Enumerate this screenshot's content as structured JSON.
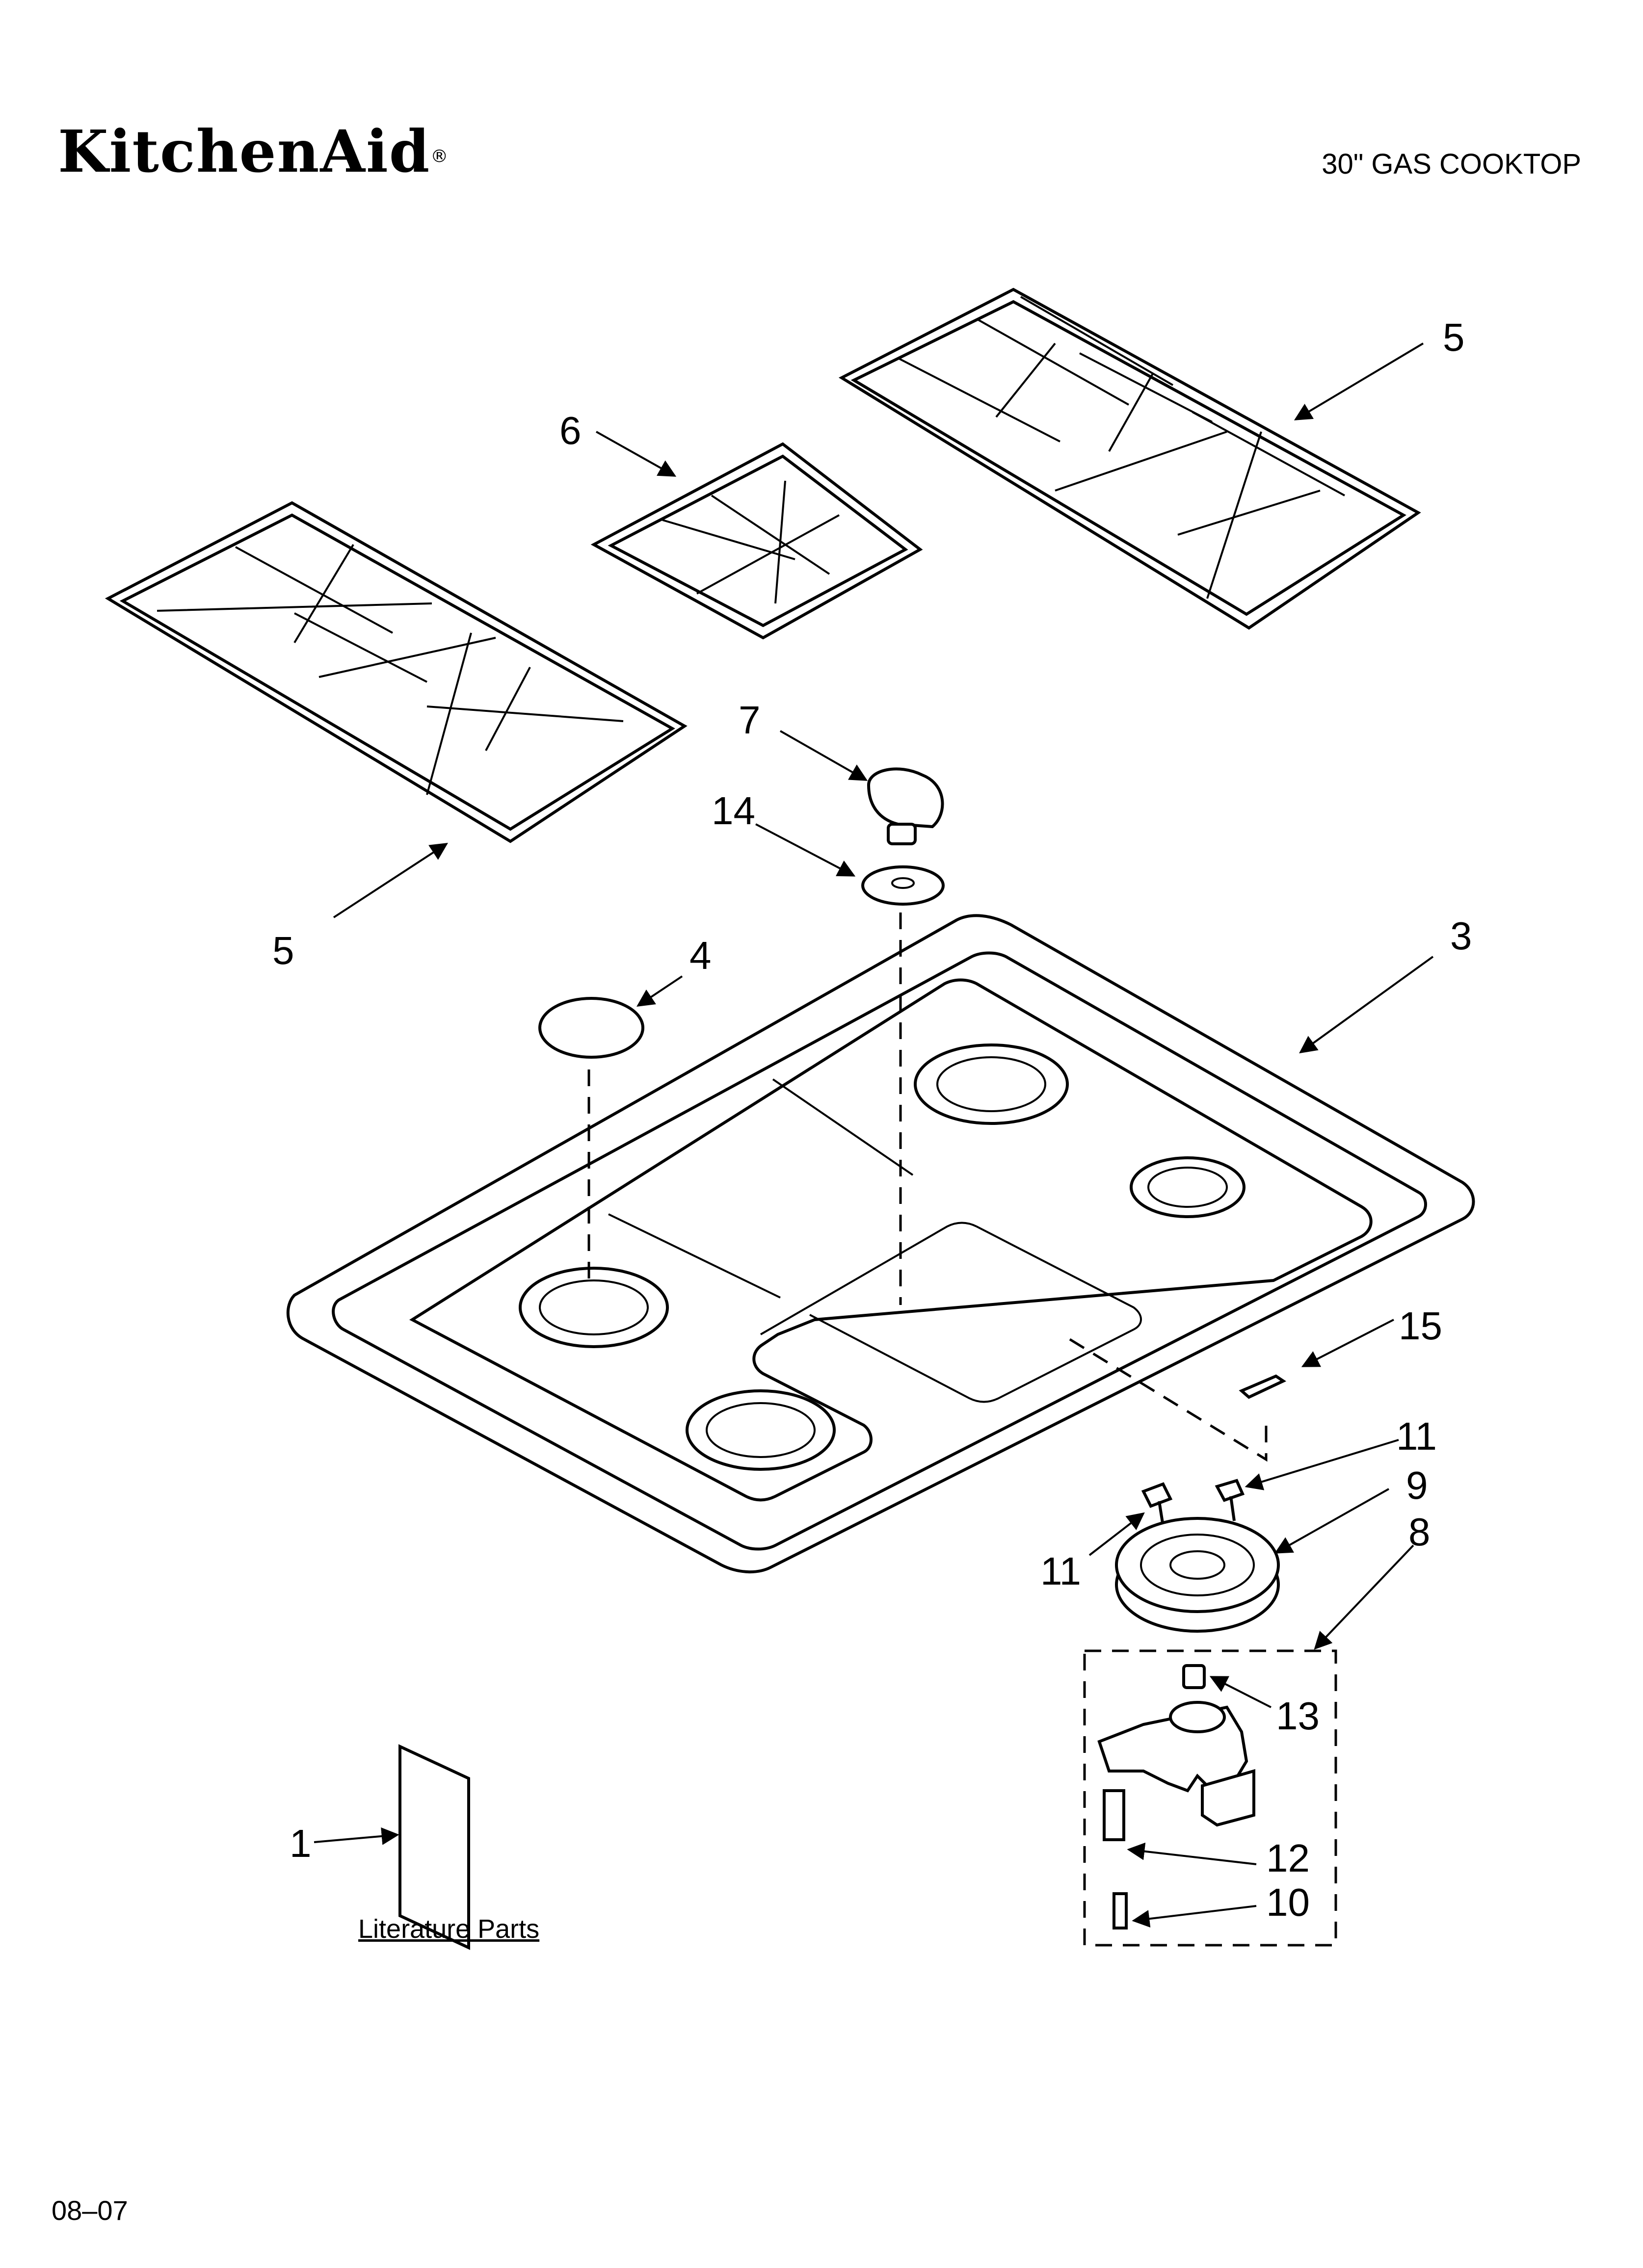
{
  "header": {
    "brand": "KitchenAid",
    "brand_mark": "®",
    "model_title": "30\" GAS COOKTOP"
  },
  "diagram": {
    "callouts": [
      "1",
      "3",
      "4",
      "5",
      "5",
      "6",
      "7",
      "8",
      "9",
      "10",
      "11",
      "11",
      "12",
      "13",
      "14",
      "15"
    ]
  },
  "literature_label": "Literature Parts",
  "footer": {
    "date_code": "08–07"
  }
}
